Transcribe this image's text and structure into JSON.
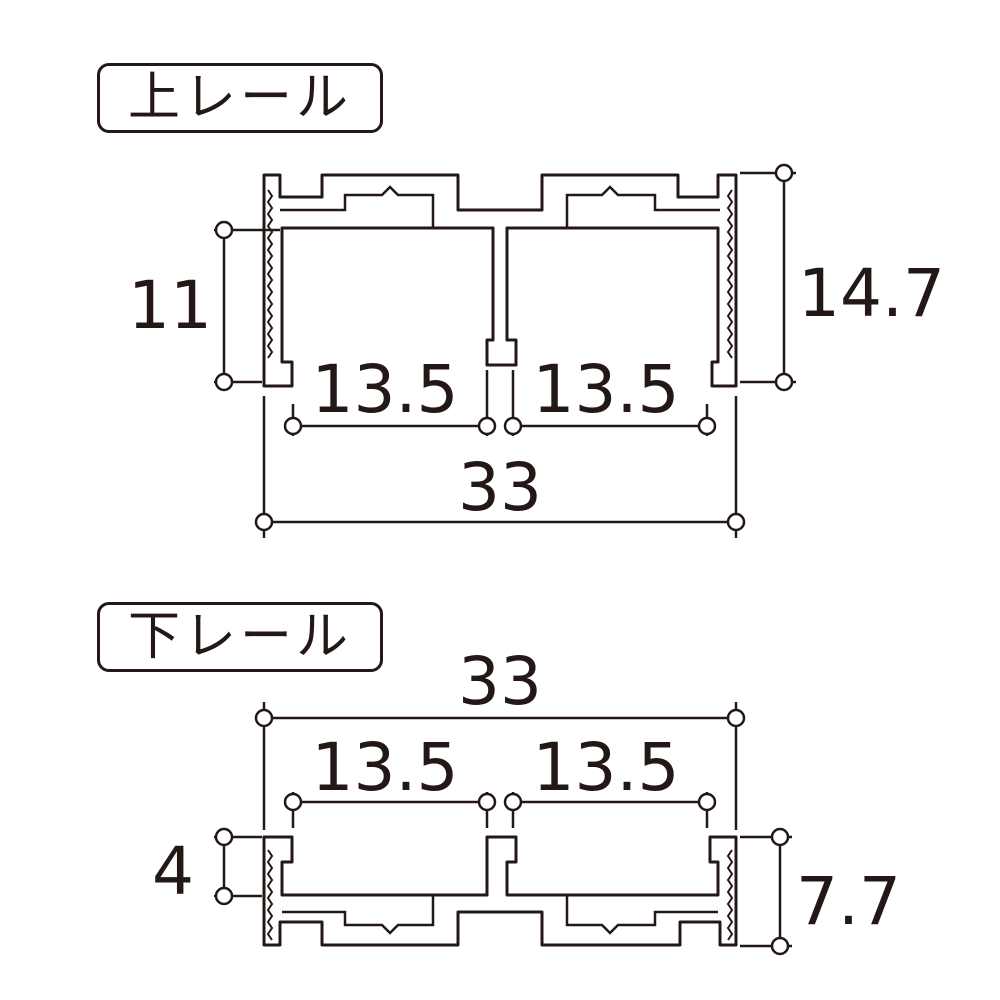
{
  "upper_rail": {
    "title": "上レール",
    "dims": {
      "height_total": "14.7",
      "height_inner": "11",
      "left_channel": "13.5",
      "right_channel": "13.5",
      "width_total": "33"
    }
  },
  "lower_rail": {
    "title": "下レール",
    "dims": {
      "width_total": "33",
      "left_channel": "13.5",
      "right_channel": "13.5",
      "height_small": "4",
      "height_total": "7.7"
    }
  },
  "colors": {
    "line": "#231815",
    "background": "#ffffff"
  }
}
